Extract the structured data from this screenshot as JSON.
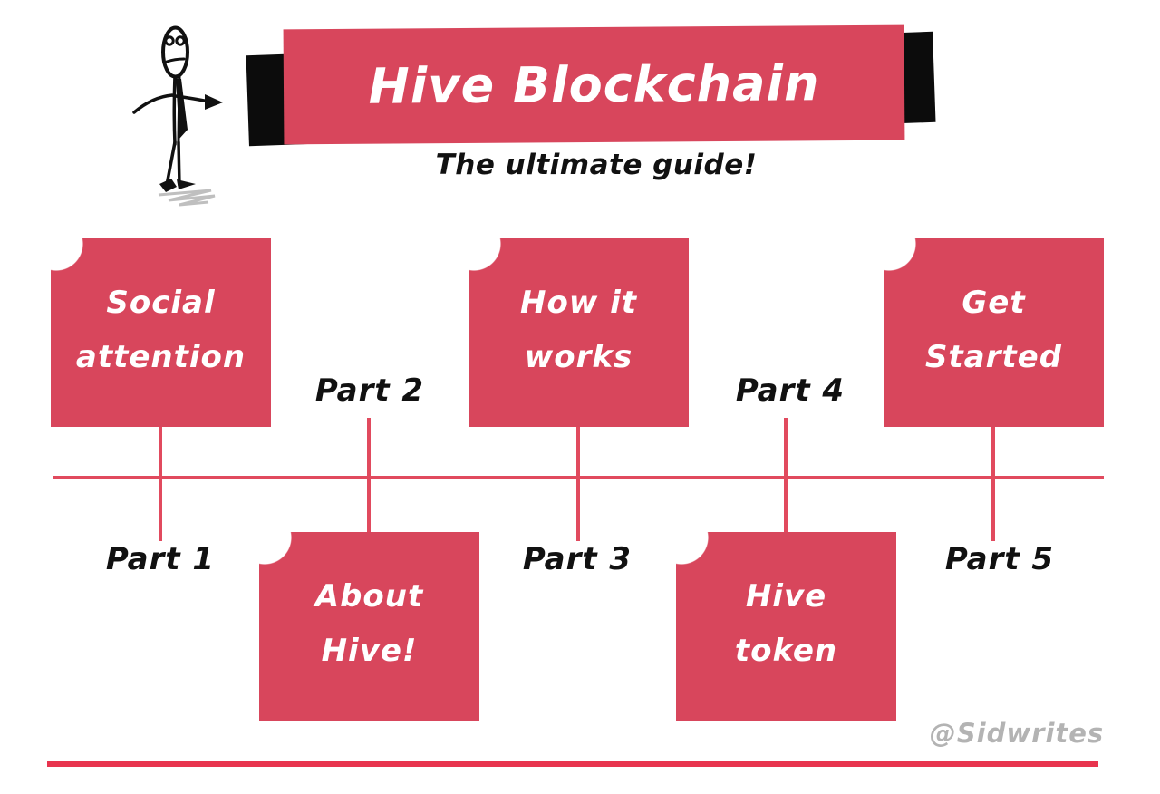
{
  "title_banner": {
    "title": "Hive Blockchain",
    "subtitle": "The ultimate guide!"
  },
  "timeline": {
    "items": [
      {
        "part_label": "Part 1",
        "box_line1": "Social",
        "box_line2": "attention",
        "box_position": "above"
      },
      {
        "part_label": "Part 2",
        "box_line1": "About",
        "box_line2": "Hive!",
        "box_position": "below"
      },
      {
        "part_label": "Part 3",
        "box_line1": "How it",
        "box_line2": "works",
        "box_position": "above"
      },
      {
        "part_label": "Part 4",
        "box_line1": "Hive",
        "box_line2": "token",
        "box_position": "below"
      },
      {
        "part_label": "Part 5",
        "box_line1": "Get",
        "box_line2": "Started",
        "box_position": "above"
      }
    ]
  },
  "attribution": "@Sidwrites",
  "icons": {
    "stick_figure": "stick-figure-pointing-right"
  },
  "colors": {
    "box_red": "#d8465c",
    "line_red": "#e14a5e",
    "bottom_line_red": "#e8344e",
    "banner_black": "#0c0c0c",
    "attribution_gray": "#b3b3b3"
  }
}
